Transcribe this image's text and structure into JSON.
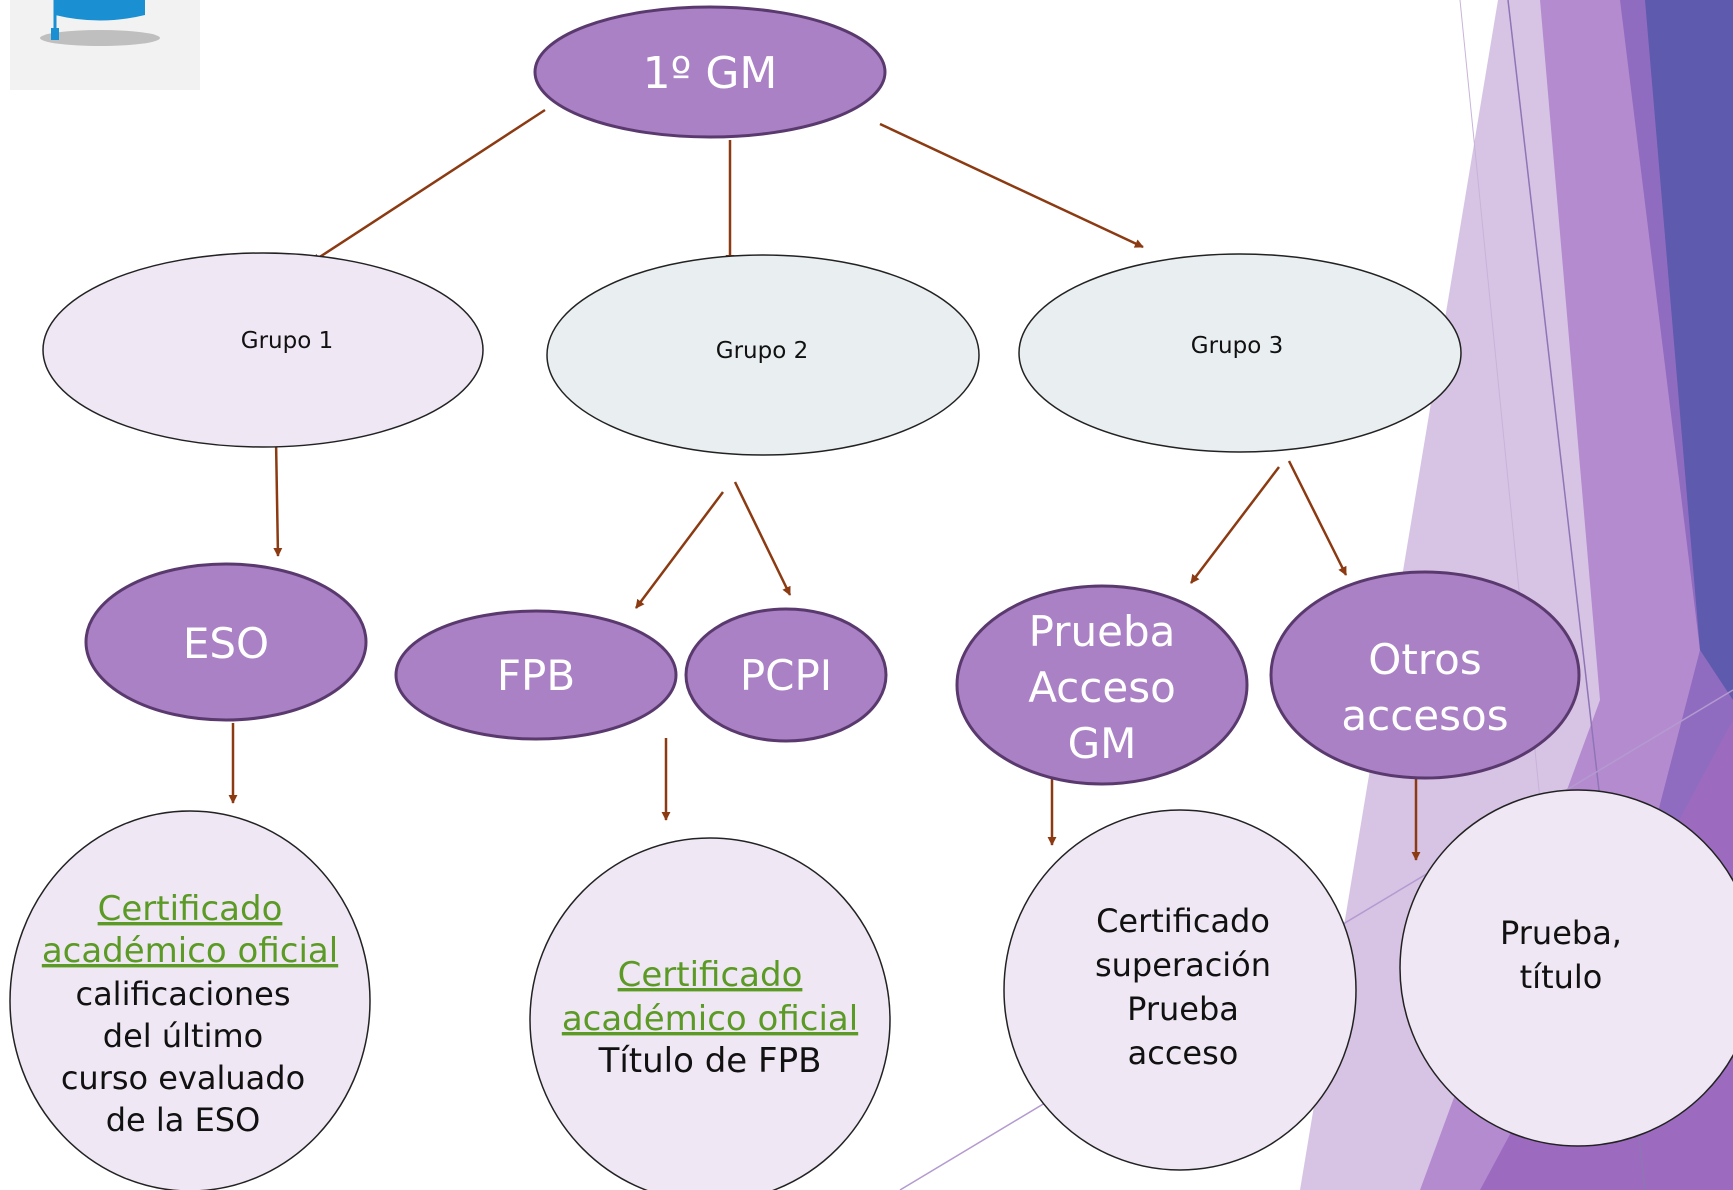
{
  "colors": {
    "purple_fill": "#a981c4",
    "purple_stroke": "#5a3a6e",
    "lavender_fill": "#efe7f4",
    "bluegrey_fill": "#e9eef0",
    "arrow": "#8b3a12",
    "link_green": "#5b9a24",
    "right_deco_dark": "#5e5aad",
    "right_deco_mid": "#b58bd0",
    "right_deco_light": "#d7c4e4"
  },
  "logo": {
    "icon": "graduation-cap-icon"
  },
  "diagram": {
    "root": {
      "label": "1º GM"
    },
    "groups": [
      {
        "label": "Grupo 1"
      },
      {
        "label": "Grupo 2"
      },
      {
        "label": "Grupo 3"
      }
    ],
    "routes": {
      "eso": {
        "label": "ESO"
      },
      "fpb": {
        "label": "FPB"
      },
      "pcpi": {
        "label": "PCPI"
      },
      "prueba": {
        "lines": [
          "Prueba",
          "Acceso",
          "GM"
        ]
      },
      "otros": {
        "lines": [
          "Otros",
          "accesos"
        ]
      }
    },
    "documents": {
      "doc1": {
        "link_lines": [
          "Certificado",
          " académico oficial"
        ],
        "text_lines": [
          "calificaciones",
          "del último",
          "curso evaluado",
          "de la ESO"
        ]
      },
      "doc2": {
        "link_lines": [
          "Certificado",
          " académico oficial"
        ],
        "text_lines": [
          "Título de FPB"
        ]
      },
      "doc3": {
        "text_lines": [
          "Certificado",
          "superación",
          "Prueba",
          "acceso"
        ]
      },
      "doc4": {
        "text_lines": [
          "Prueba,",
          "título"
        ]
      }
    }
  }
}
